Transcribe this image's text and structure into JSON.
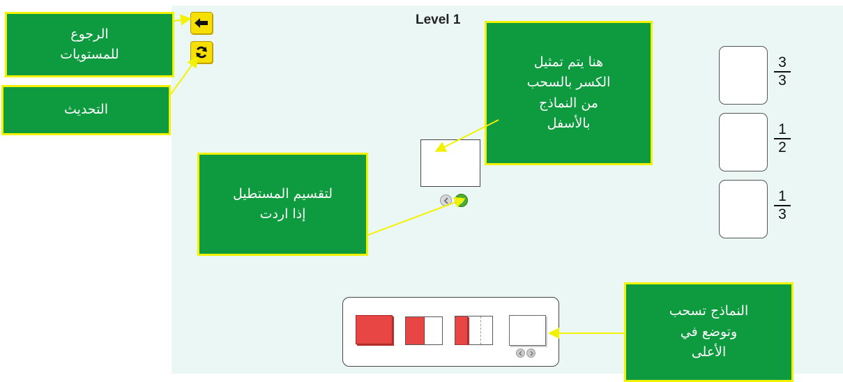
{
  "level_title": "Level 1",
  "buttons": {
    "back_icon": "left-arrow-icon",
    "refresh_icon": "refresh-icon"
  },
  "callouts": {
    "back_levels": "الرجوع\nللمستويات",
    "refresh": "التحديث",
    "representation": "هنا يتم تمثيل\nالكسر  بالسحب\nمن النماذج\nبالأسفل",
    "divide": "لتقسيم المستطيل\nإذا اردت",
    "models": "النماذج تسحب\nوتوضع في\nالأعلى"
  },
  "fractions": [
    {
      "numerator": "3",
      "denominator": "3"
    },
    {
      "numerator": "1",
      "denominator": "2"
    },
    {
      "numerator": "1",
      "denominator": "3"
    }
  ],
  "colors": {
    "callout_bg": "#0e9a3f",
    "callout_border": "#f2f200",
    "piece_red": "#e84545",
    "stage_bg": "#eaf7f5",
    "button_yellow": "#f7e000"
  }
}
